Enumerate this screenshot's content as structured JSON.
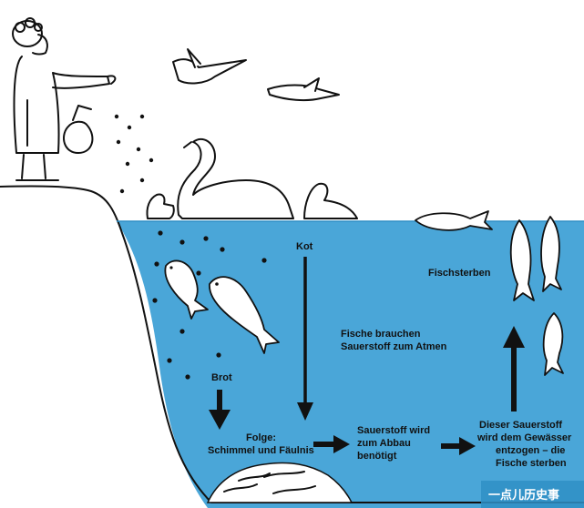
{
  "labels": {
    "kot": "Kot",
    "brot": "Brot",
    "fischsterben": "Fischsterben",
    "fische_line1": "Fische brauchen",
    "fische_line2": "Sauerstoff zum Atmen",
    "folge_line1": "Folge:",
    "folge_line2": "Schimmel und Fäulnis",
    "abbau_line1": "Sauerstoff wird",
    "abbau_line2": "zum Abbau",
    "abbau_line3": "benötigt",
    "entzogen_line1": "Dieser Sauerstoff",
    "entzogen_line2": "wird dem Gewässer",
    "entzogen_line3": "entzogen – die",
    "entzogen_line4": "Fische sterben"
  },
  "watermark": "一点儿历史事",
  "colors": {
    "water": "#4aa6d8",
    "water_dark": "#2f8fc6",
    "ink": "#111111",
    "paper": "#ffffff"
  },
  "icons": [
    "woman-feeding-icon",
    "bread-bag-icon",
    "seagull-icon",
    "swan-icon",
    "duck-icon",
    "fish-icon",
    "arrow-icon",
    "sludge-icon"
  ]
}
